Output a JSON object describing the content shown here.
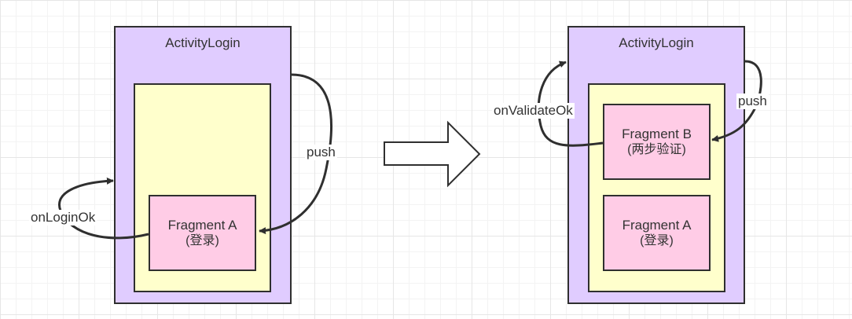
{
  "left": {
    "activity_title": "ActivityLogin",
    "fragment_a": {
      "name": "Fragment A",
      "sub": "(登录)"
    },
    "push_label": "push",
    "callback_label": "onLoginOk"
  },
  "right": {
    "activity_title": "ActivityLogin",
    "fragment_b": {
      "name": "Fragment B",
      "sub": "(两步验证)"
    },
    "fragment_a": {
      "name": "Fragment A",
      "sub": "(登录)"
    },
    "push_label": "push",
    "callback_label": "onValidateOk"
  },
  "colors": {
    "activity": "#e0ccff",
    "container": "#ffffcc",
    "fragment": "#ffcce6",
    "stroke": "#2f2f2f"
  }
}
